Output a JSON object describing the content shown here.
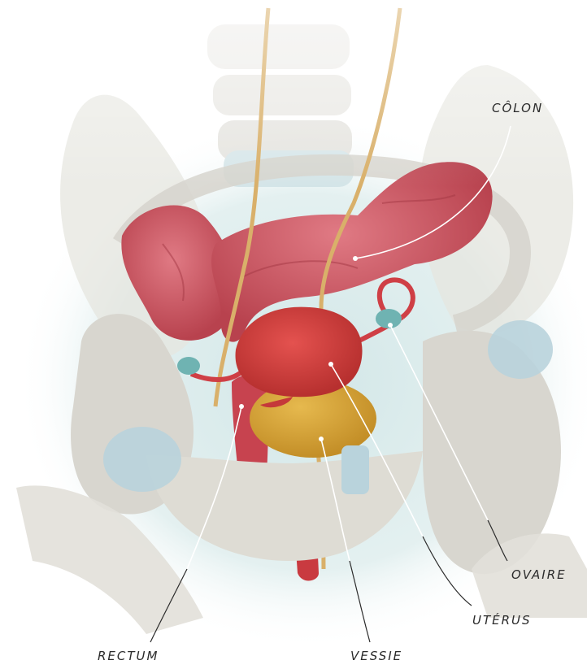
{
  "labels": {
    "colon": "CÔLON",
    "ovaire": "OVAIRE",
    "uterus": "UTÉRUS",
    "vessie": "VESSIE",
    "rectum": "RECTUM"
  },
  "colors": {
    "bone": "#d8d6cf",
    "bone_light": "#ecebe6",
    "cartilage": "#b9d3dc",
    "colon": "#cf5a66",
    "uterus": "#cf3f45",
    "bladder": "#d7a53a",
    "ureter": "#d9b06a",
    "ovary": "#6fb3b2",
    "background_tint": "#cfe5e6"
  }
}
